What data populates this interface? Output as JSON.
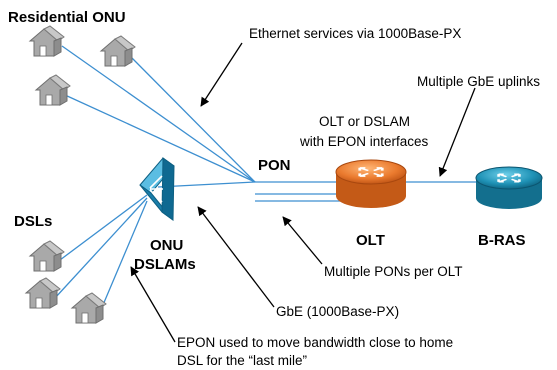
{
  "labels": {
    "residential_onu": "Residential ONU",
    "ethernet_services": "Ethernet services via 1000Base-PX",
    "multiple_gbe_uplinks": "Multiple GbE uplinks",
    "olt_or_dslam": "OLT or DSLAM",
    "with_epon": "with EPON interfaces",
    "pon": "PON",
    "dsls": "DSLs",
    "onu": "ONU",
    "dslams": "DSLAMs",
    "olt": "OLT",
    "bras": "B-RAS",
    "multiple_pons": "Multiple PONs per OLT",
    "gbe": "GbE (1000Base-PX)",
    "epon_line1": "EPON used to move bandwidth close to home",
    "epon_line2": "DSL for the “last mile”"
  },
  "colors": {
    "fiber": "#3d8fd0",
    "olt": "#e8742a",
    "bras": "#1c86a8",
    "house": "#8f8f8f",
    "dslam": "#1f8ab8",
    "arrow": "#000000"
  },
  "icons": {
    "house": "house-icon",
    "router": "router-icon",
    "dslam": "dslam-icon"
  }
}
